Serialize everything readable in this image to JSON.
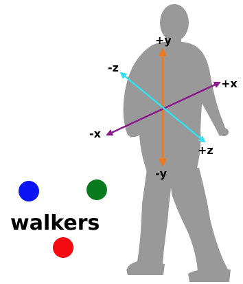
{
  "title": "walkers",
  "axes": {
    "plus_y": "+y",
    "minus_y": "-y",
    "plus_x": "+x",
    "minus_x": "-x",
    "plus_z": "+z",
    "minus_z": "-z"
  },
  "colors": {
    "silhouette": "#999999",
    "y_axis": "#f07a1a",
    "x_axis": "#8a1a8c",
    "z_axis": "#33e0f0",
    "dot_blue": "#0a14f5",
    "dot_green": "#0a7a1e",
    "dot_red": "#f50a14"
  },
  "icons": {
    "figure": "walking-person-silhouette",
    "dots": [
      "blue-dot",
      "green-dot",
      "red-dot"
    ]
  }
}
